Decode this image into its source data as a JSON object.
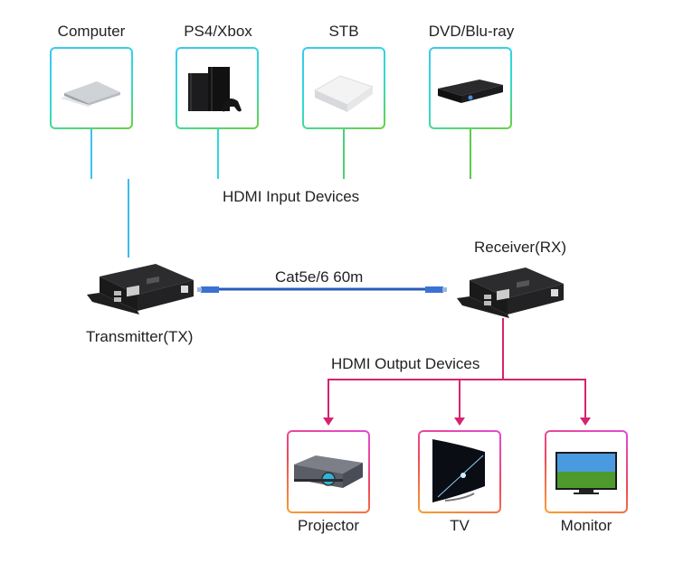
{
  "inputs": {
    "title": "HDMI Input Devices",
    "devices": [
      {
        "label": "Computer",
        "icon": "laptop-icon"
      },
      {
        "label": "PS4/Xbox",
        "icon": "game-console-icon"
      },
      {
        "label": "STB",
        "icon": "set-top-box-icon"
      },
      {
        "label": "DVD/Blu-ray",
        "icon": "dvd-player-icon"
      }
    ]
  },
  "transmitter": {
    "label": "Transmitter(TX)"
  },
  "receiver": {
    "label": "Receiver(RX)"
  },
  "cable": {
    "label": "Cat5e/6 60m"
  },
  "outputs": {
    "title": "HDMI Output Devices",
    "devices": [
      {
        "label": "Projector",
        "icon": "projector-icon"
      },
      {
        "label": "TV",
        "icon": "curved-tv-icon"
      },
      {
        "label": "Monitor",
        "icon": "monitor-icon"
      }
    ]
  },
  "colors": {
    "input_line_start": "#3cc4ee",
    "input_line_end": "#5cc94a",
    "output_line": "#d6236f",
    "cable": "#2a5bb8"
  }
}
